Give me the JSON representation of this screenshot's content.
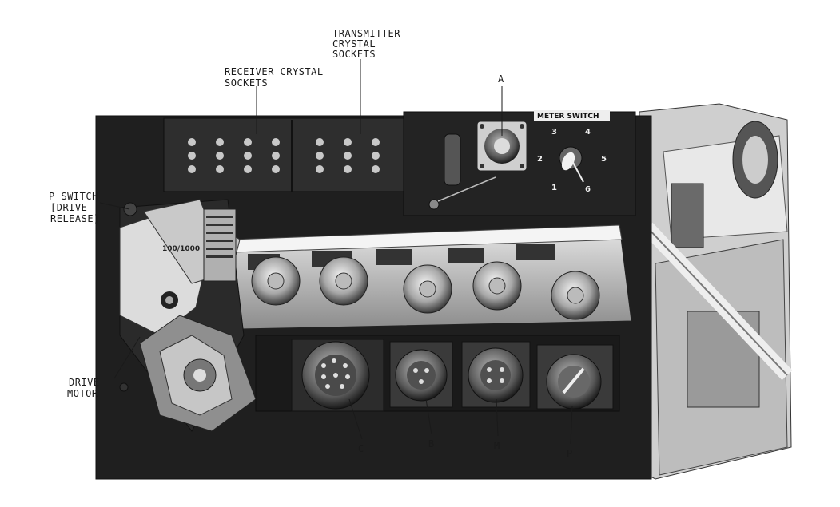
{
  "labels": {
    "transmitter_line1": "TRANSMITTER",
    "transmitter_line2": "CRYSTAL",
    "transmitter_line3": "SOCKETS",
    "receiver_line1": "RECEIVER CRYSTAL",
    "receiver_line2": "SOCKETS",
    "a": "A",
    "p_switch_line1": "P SWITCH",
    "p_switch_line2": "[DRIVE-",
    "p_switch_line3": "RELEASE]",
    "drive_motor_line1": "DRIVE",
    "drive_motor_line2": "MOTOR",
    "c": "C",
    "b": "B",
    "m": "M",
    "p": "P",
    "meter_switch": "METER SWITCH",
    "meter_positions": [
      "1",
      "2",
      "3",
      "4",
      "5",
      "6"
    ],
    "dial_mark": "100/1000"
  },
  "colors": {
    "ink": "#1a1a1a",
    "chassis_dark": "#1c1c1c",
    "chassis_mid": "#3a3a3a",
    "metal_light": "#d9d9d9",
    "metal_mid": "#9a9a9a"
  }
}
